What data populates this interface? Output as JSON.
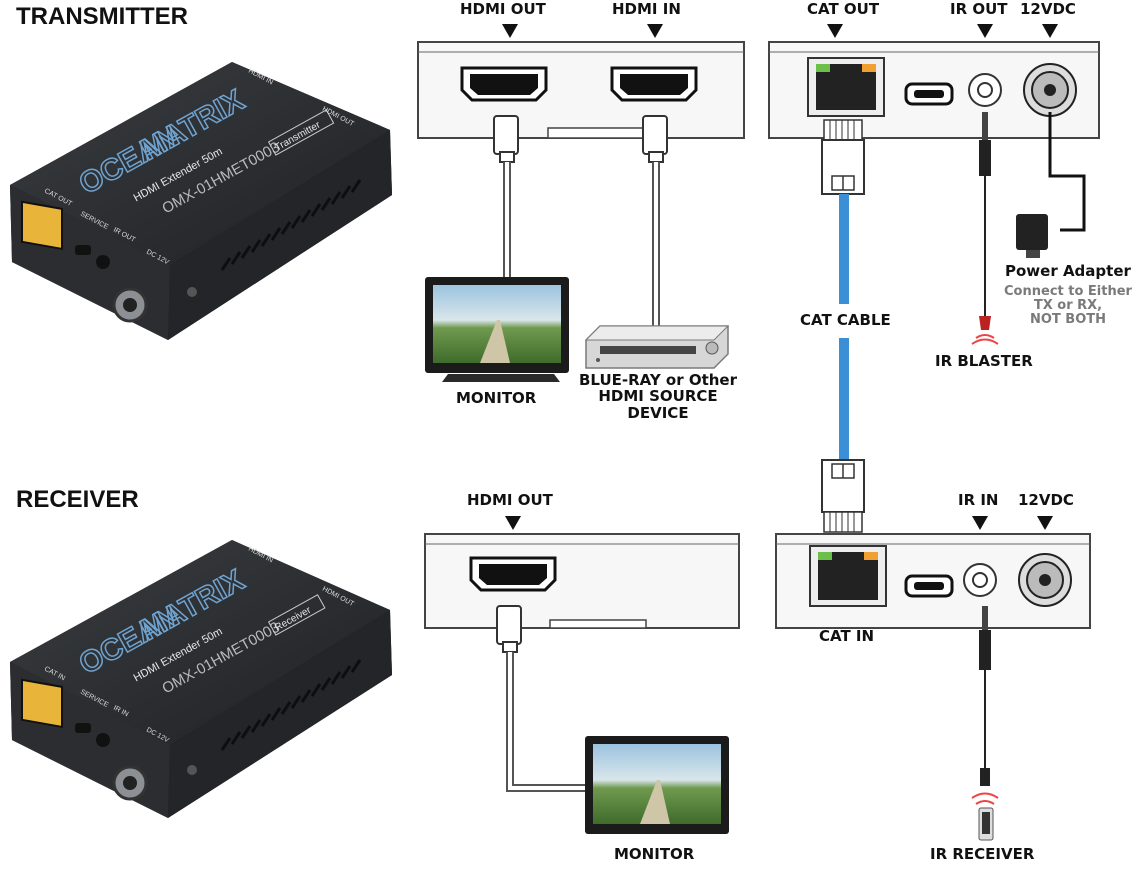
{
  "sections": {
    "transmitter": "TRANSMITTER",
    "receiver": "RECEIVER"
  },
  "device": {
    "brand_line1": "OCEAN",
    "brand_line2": "MATRIX",
    "product": "HDMI Extender 50m",
    "model": "OMX-01HMET0003",
    "tx_badge": "Transmitter",
    "rx_badge": "Receiver",
    "tx_port_labels": [
      "CAT OUT",
      "SERVICE",
      "IR OUT",
      "DC 12V"
    ],
    "rx_port_labels": [
      "CAT IN",
      "SERVICE",
      "IR IN",
      "DC 12V"
    ],
    "top_labels": [
      "HDMI IN",
      "HDMI OUT"
    ]
  },
  "tx": {
    "hdmi_out": "HDMI OUT",
    "hdmi_in": "HDMI IN",
    "cat_out": "CAT OUT",
    "ir_out": "IR OUT",
    "dc": "12VDC",
    "monitor": "MONITOR",
    "source_line1": "BLUE-RAY or Other",
    "source_line2": "HDMI SOURCE",
    "source_line3": "DEVICE",
    "cat_cable": "CAT CABLE",
    "ir_blaster": "IR BLASTER",
    "power_adapter": "Power Adapter",
    "power_note1": "Connect to Either",
    "power_note2": "TX or RX,",
    "power_note3": "NOT BOTH"
  },
  "rx": {
    "hdmi_out": "HDMI OUT",
    "ir_in": "IR IN",
    "dc": "12VDC",
    "cat_in": "CAT IN",
    "monitor": "MONITOR",
    "ir_receiver": "IR RECEIVER"
  },
  "colors": {
    "cable_blue": "#3b8fd6",
    "device_body": "#2a2c2f",
    "rj45_yellow": "#e8b53a",
    "led_green": "#6cc04a",
    "led_orange": "#f0a030"
  }
}
